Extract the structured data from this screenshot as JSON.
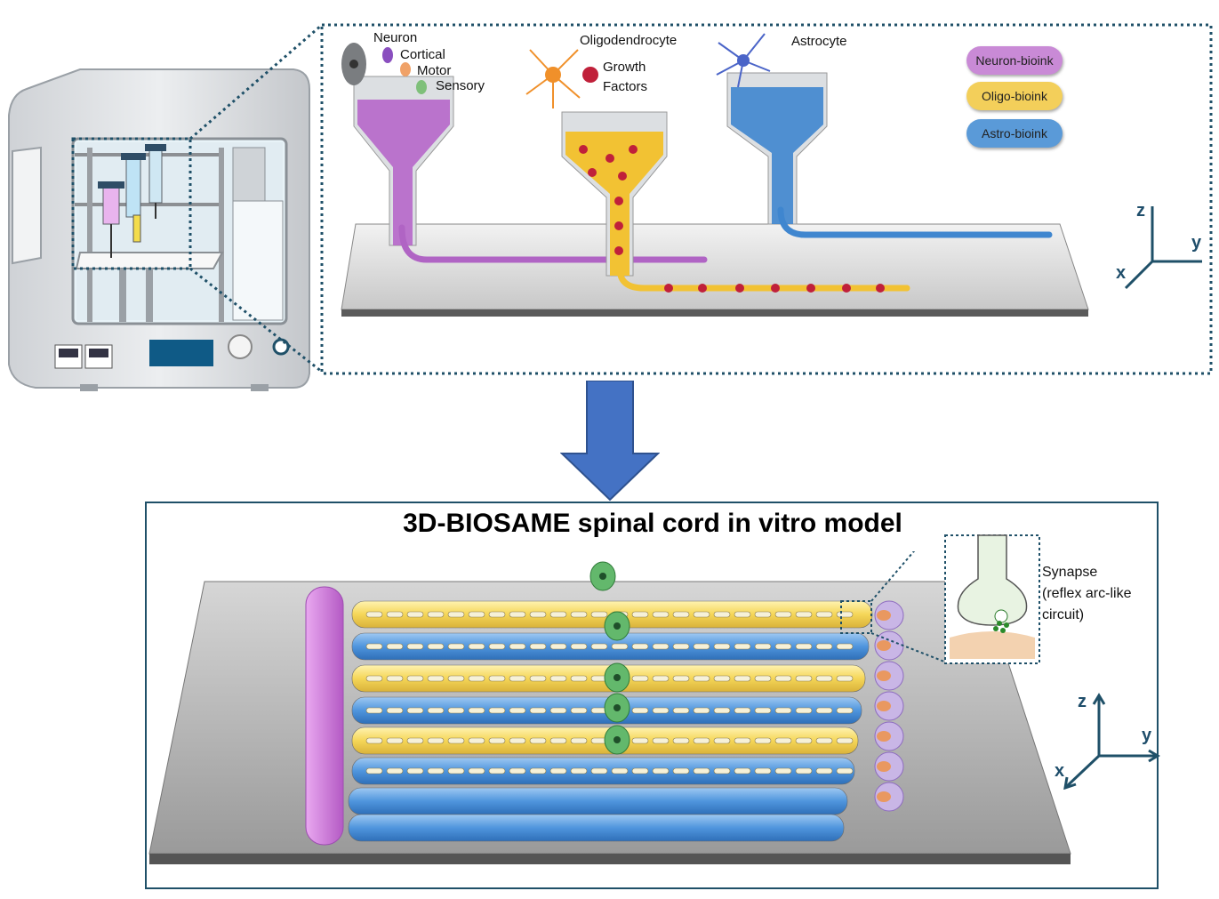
{
  "title": "3D-BIOSAME spinal cord in vitro model",
  "cells": {
    "neuron": "Neuron",
    "cortical": "Cortical",
    "motor": "Motor",
    "sensory": "Sensory",
    "oligodendrocyte": "Oligodendrocyte",
    "growth_factors_line1": "Growth",
    "growth_factors_line2": "Factors",
    "astrocyte": "Astrocyte"
  },
  "legend": [
    {
      "label": "Neuron-bioink",
      "color": "#c98ad6"
    },
    {
      "label": "Oligo-bioink",
      "color": "#f3cf5a"
    },
    {
      "label": "Astro-bioink",
      "color": "#5a9ad8"
    }
  ],
  "axes": {
    "z": "z",
    "y": "y",
    "x": "x"
  },
  "synapse": {
    "line1": "Synapse",
    "line2": "(reflex  arc-like",
    "line3": "circuit)"
  },
  "colors": {
    "frame": "#1f5068",
    "arrow": "#4472c4",
    "neuron_ink": "#b064c4",
    "oligo_ink": "#f2c233",
    "astro_ink": "#3f86cf",
    "growth_factor": "#c0203a"
  }
}
